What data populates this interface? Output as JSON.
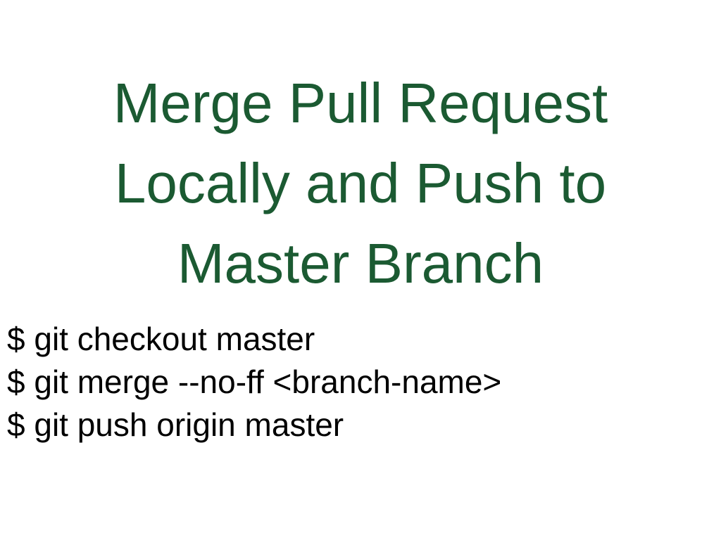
{
  "slide": {
    "title_lines": [
      "Merge Pull Request",
      "Locally and Push to",
      "Master Branch"
    ],
    "commands": [
      "$ git checkout master",
      "$ git merge --no-ff <branch-name>",
      "$ git push origin master"
    ],
    "colors": {
      "title": "#1b5a32",
      "body": "#000000",
      "background": "#ffffff"
    }
  }
}
